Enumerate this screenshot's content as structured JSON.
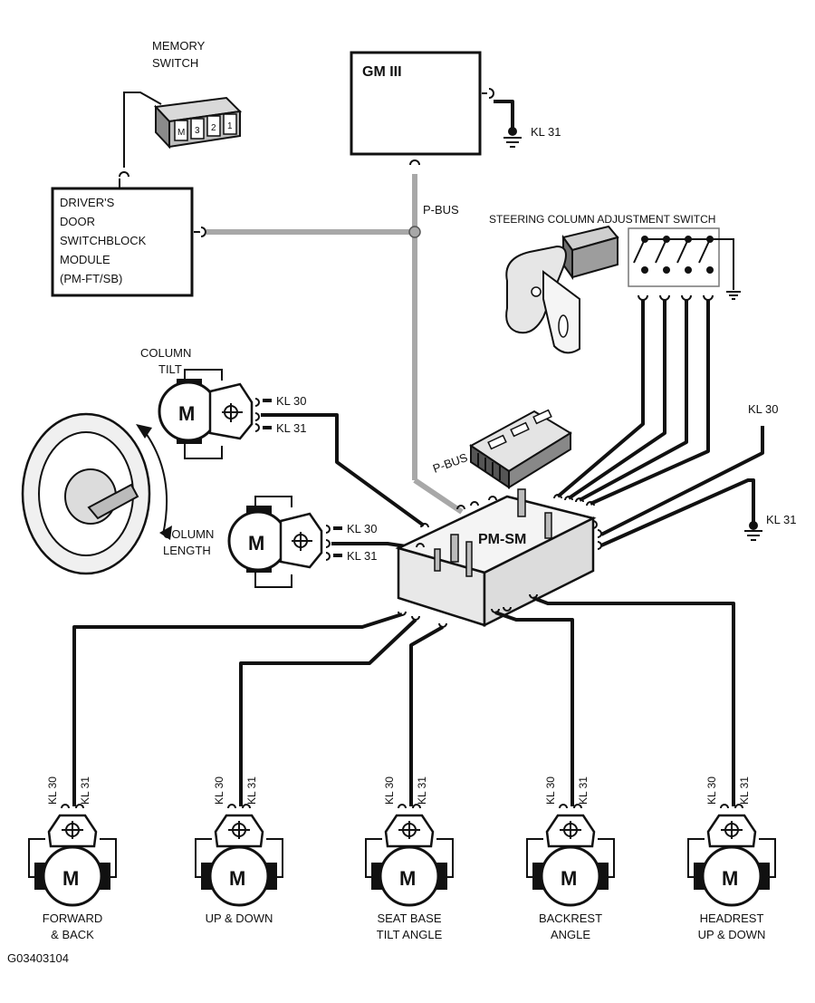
{
  "memory_switch": {
    "line1": "MEMORY",
    "line2": "SWITCH",
    "buttons": [
      "M",
      "3",
      "2",
      "1"
    ]
  },
  "gm": {
    "label": "GM III",
    "ground": "KL 31"
  },
  "bus": {
    "label_top": "P-BUS",
    "label_bottom": "P-BUS"
  },
  "door_module": {
    "lines": [
      "DRIVER'S",
      "DOOR",
      "SWITCHBLOCK",
      "MODULE",
      "(PM-FT/SB)"
    ]
  },
  "steering_switch": {
    "label": "STEERING COLUMN ADJUSTMENT SWITCH"
  },
  "column_tilt": {
    "line1": "COLUMN",
    "line2": "TILT",
    "kl30": "KL 30",
    "kl31": "KL 31",
    "motor": "M"
  },
  "column_length": {
    "line1": "COLUMN",
    "line2": "LENGTH",
    "kl30": "KL 30",
    "kl31": "KL 31",
    "motor": "M"
  },
  "pmsm": {
    "label": "PM-SM",
    "kl30": "KL 30",
    "kl31": "KL 31"
  },
  "seat_motors": [
    {
      "line1": "FORWARD",
      "line2": "& BACK",
      "kl30": "KL 30",
      "kl31": "KL 31",
      "motor": "M"
    },
    {
      "line1": "UP & DOWN",
      "line2": "",
      "kl30": "KL 30",
      "kl31": "KL 31",
      "motor": "M"
    },
    {
      "line1": "SEAT BASE",
      "line2": "TILT ANGLE",
      "kl30": "KL 30",
      "kl31": "KL 31",
      "motor": "M"
    },
    {
      "line1": "BACKREST",
      "line2": "ANGLE",
      "kl30": "KL 30",
      "kl31": "KL 31",
      "motor": "M"
    },
    {
      "line1": "HEADREST",
      "line2": "UP & DOWN",
      "kl30": "KL 30",
      "kl31": "KL 31",
      "motor": "M"
    }
  ],
  "figure_id": "G03403104"
}
